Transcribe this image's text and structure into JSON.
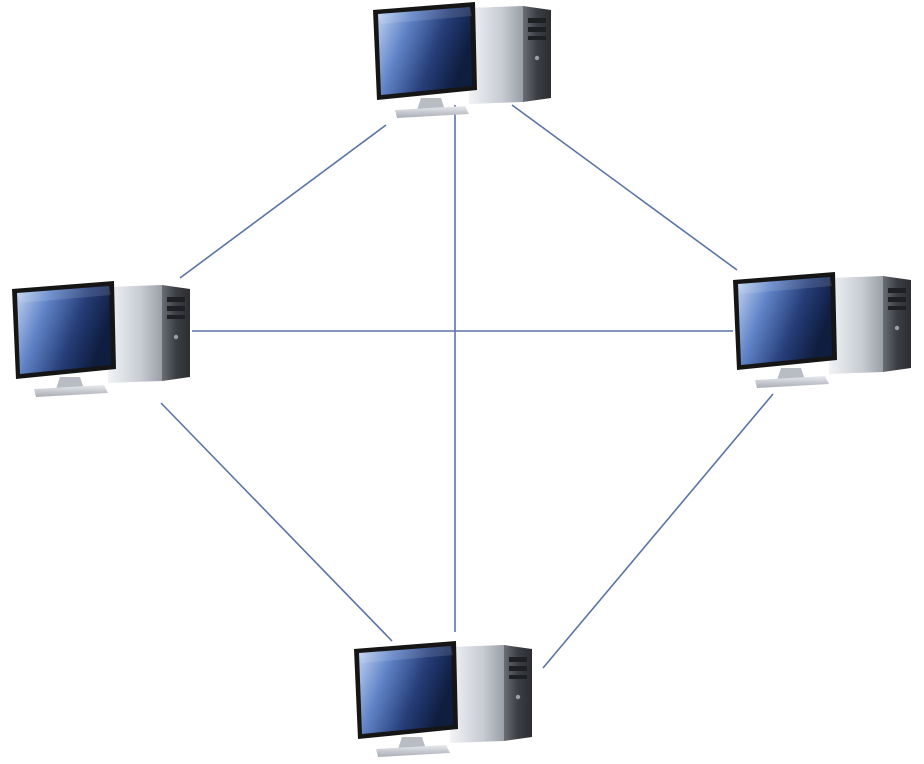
{
  "diagram": {
    "type": "network-topology",
    "link_color": "#5a74a8",
    "nodes": [
      {
        "id": "top",
        "icon": "desktop-computer-icon"
      },
      {
        "id": "left",
        "icon": "desktop-computer-icon"
      },
      {
        "id": "right",
        "icon": "desktop-computer-icon"
      },
      {
        "id": "bottom",
        "icon": "desktop-computer-icon"
      }
    ],
    "links": [
      {
        "from": "top",
        "to": "left"
      },
      {
        "from": "top",
        "to": "right"
      },
      {
        "from": "top",
        "to": "bottom"
      },
      {
        "from": "left",
        "to": "right"
      },
      {
        "from": "left",
        "to": "bottom"
      },
      {
        "from": "right",
        "to": "bottom"
      }
    ],
    "colors": {
      "screen_dark": "#1c2f5e",
      "screen_light": "#a9c3ee",
      "bezel": "#111111",
      "tower_light": "#e6e9ee",
      "tower_dark": "#3a3d43",
      "stand": "#c9ccd1"
    }
  }
}
